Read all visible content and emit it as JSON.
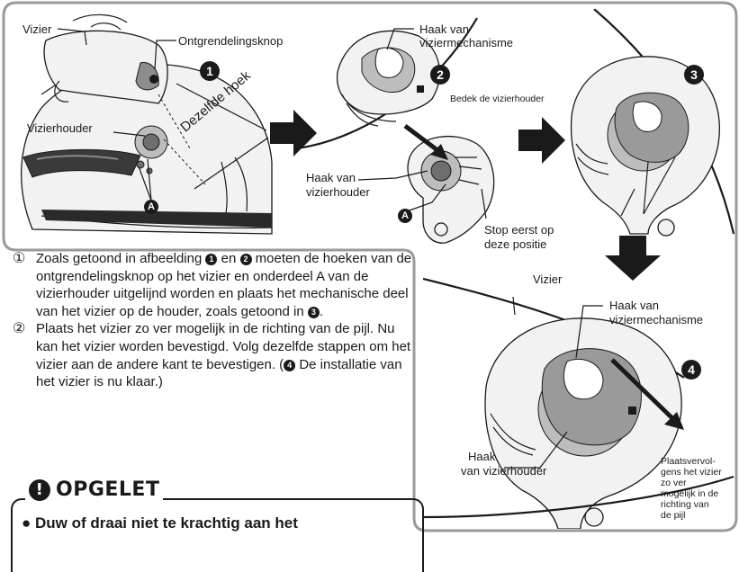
{
  "labels": {
    "vizier": "Vizier",
    "release_button": "Ontgrendelingsknop",
    "visor_holder": "Vizierhouder",
    "same_angle": "Dezelfde hoek",
    "hook_visor_mech_1": "Haak van",
    "hook_visor_mech_2": "viziermechanisme",
    "cover_holder": "Bedek de vizierhouder",
    "hook_holder_1": "Haak van",
    "hook_holder_2": "vizierhouder",
    "stop_first_1": "Stop eerst op",
    "stop_first_2": "deze positie",
    "vizier_4": "Vizier",
    "hook_visor_mech_4a": "Haak van",
    "hook_visor_mech_4b": "viziermechanisme",
    "hook_holder_4a": "Haak",
    "hook_holder_4b": "van vizierhouder",
    "place_next": "Plaatsvervol-gens het vizier zo ver mogelijk in de richting van de pijl",
    "marker_a": "A",
    "step_1": "1",
    "step_2": "2",
    "step_3": "3",
    "step_4": "4"
  },
  "instructions": {
    "item1_num": "①",
    "item1_text_a": "Zoals getoond in afbeelding ",
    "item1_text_b": " en ",
    "item1_text_c": " moeten de hoeken van de ontgrendelingsknop op het vizier en onderdeel A van de vizierhouder uitgelijnd worden en plaats het mechanische deel van het vizier op de houder, zoals getoond in ",
    "item1_text_d": ".",
    "item2_num": "②",
    "item2_text_a": "Plaats het vizier zo ver mogelijk in de richting van de pijl. Nu kan het vizier worden bevestigd. Volg dezelfde stappen om het vizier aan de andere kant te bevestigen. (",
    "item2_text_b": " De installatie van het vizier is nu klaar.)"
  },
  "caution": {
    "title": "OPGELET",
    "icon": "exclamation-icon",
    "bullet": "● Duw of draai niet te krachtig aan het"
  },
  "colors": {
    "frame": "#9a9a9a",
    "ink": "#1a1a1a"
  }
}
